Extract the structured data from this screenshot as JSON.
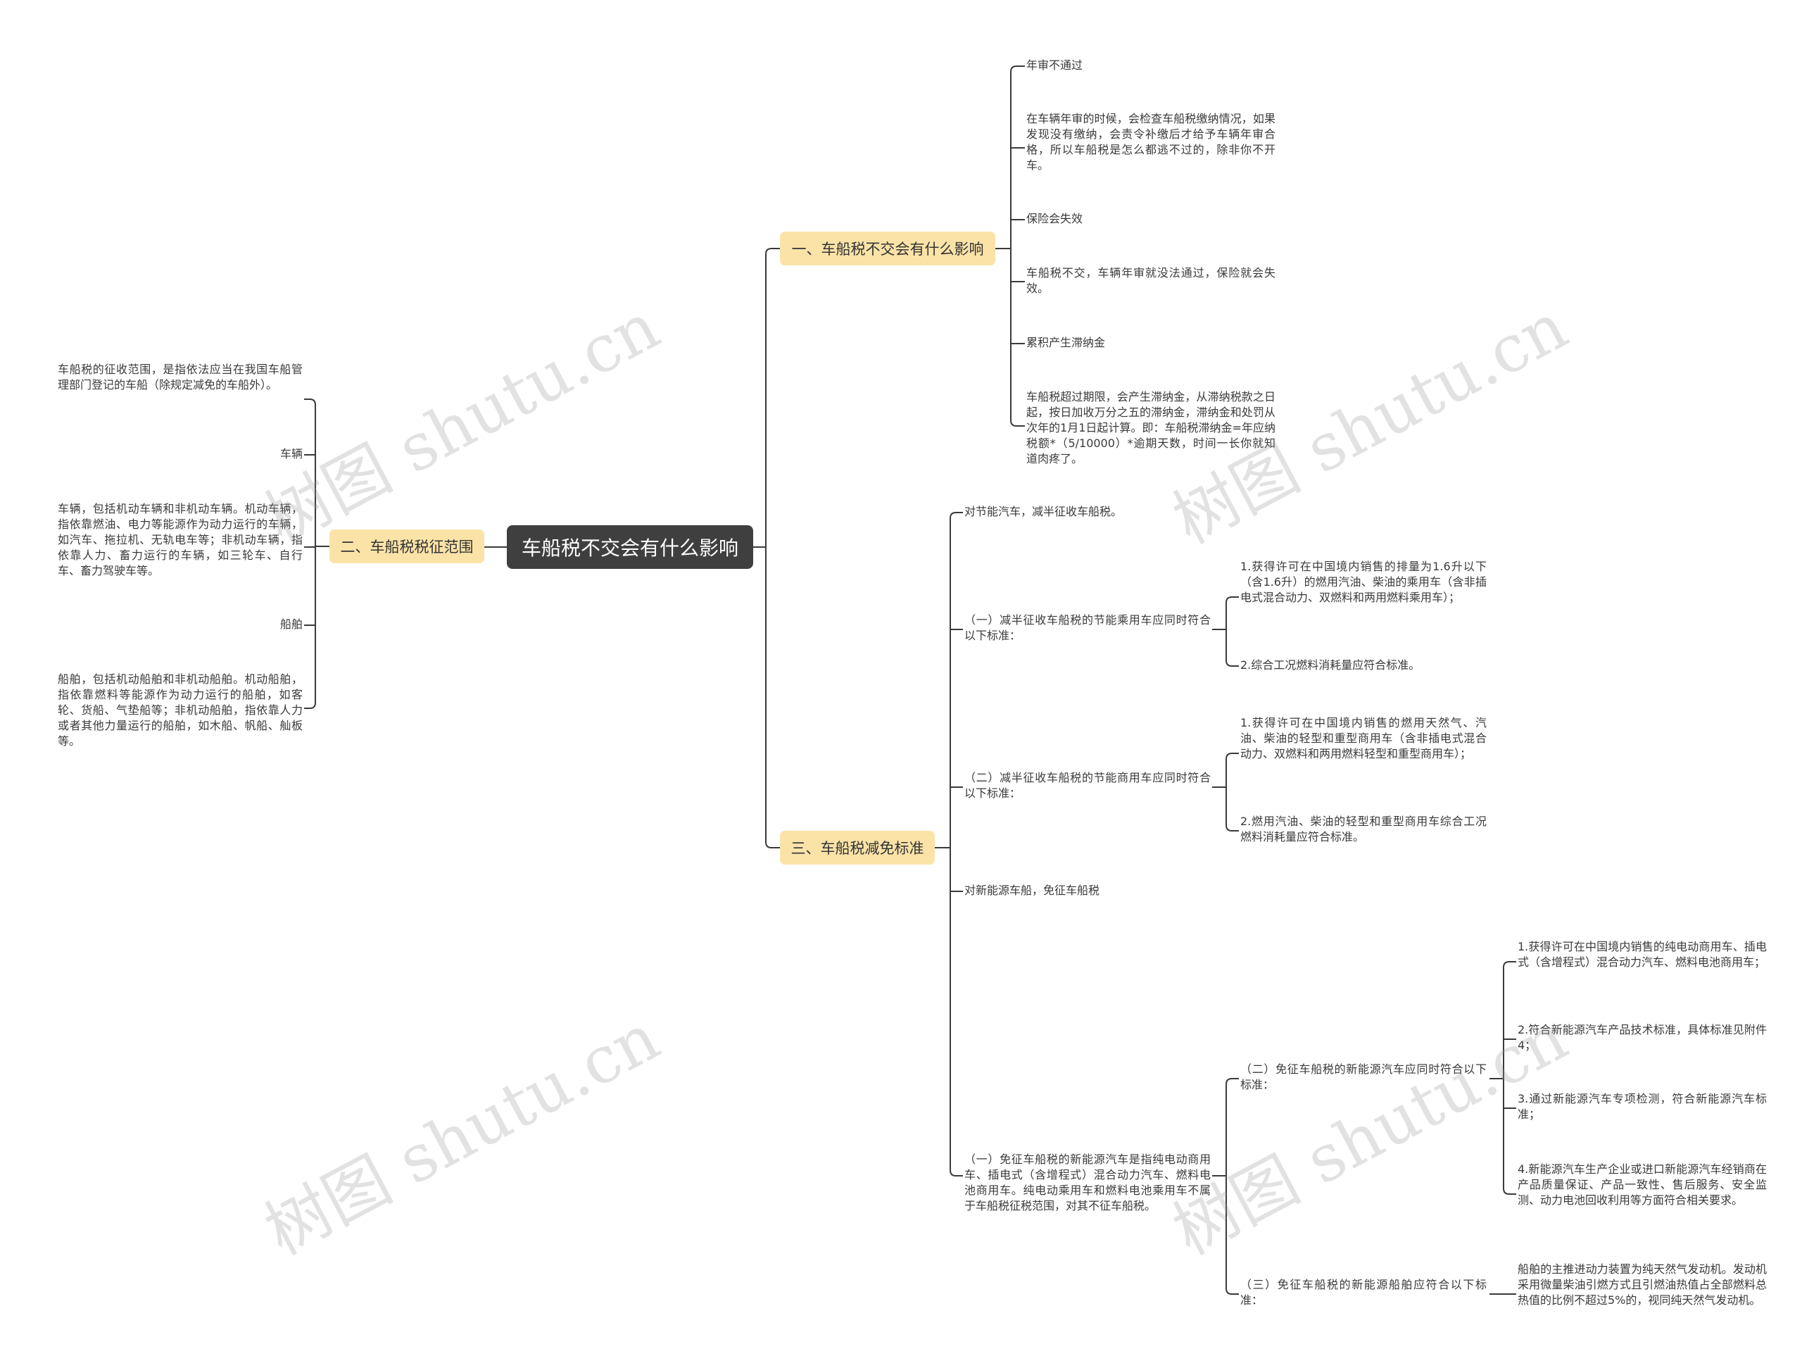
{
  "root": "车船税不交会有什么影响",
  "branch1": {
    "title": "一、车船税不交会有什么影响",
    "items": [
      "年审不通过",
      "在车辆年审的时候，会检查车船税缴纳情况，如果发现没有缴纳，会责令补缴后才给予车辆年审合格，所以车船税是怎么都逃不过的，除非你不开车。",
      "保险会失效",
      "车船税不交，车辆年审就没法通过，保险就会失效。",
      "累积产生滞纳金",
      "车船税超过期限，会产生滞纳金，从滞纳税款之日起，按日加收万分之五的滞纳金，滞纳金和处罚从次年的1月1日起计算。即：车船税滞纳金=年应纳税额*（5/10000）*逾期天数，时间一长你就知道肉疼了。"
    ]
  },
  "branch2": {
    "title": "二、车船税税征范围",
    "items": [
      "车船税的征收范围，是指依法应当在我国车船管理部门登记的车船（除规定减免的车船外）。",
      "车辆",
      "车辆，包括机动车辆和非机动车辆。机动车辆，指依靠燃油、电力等能源作为动力运行的车辆，如汽车、拖拉机、无轨电车等；非机动车辆，指依靠人力、畜力运行的车辆，如三轮车、自行车、畜力驾驶车等。",
      "船舶",
      "船舶，包括机动船舶和非机动船舶。机动船舶，指依靠燃料等能源作为动力运行的船舶，如客轮、货船、气垫船等；非机动船舶，指依靠人力或者其他力量运行的船舶，如木船、帆船、舢板等。"
    ]
  },
  "branch3": {
    "title": "三、车船税减免标准",
    "items": {
      "a": "对节能汽车，减半征收车船税。",
      "b": "（一）减半征收车船税的节能乘用车应同时符合以下标准：",
      "b1": "1.获得许可在中国境内销售的排量为1.6升以下（含1.6升）的燃用汽油、柴油的乘用车（含非插电式混合动力、双燃料和两用燃料乘用车）；",
      "b2": "2.综合工况燃料消耗量应符合标准。",
      "c": "（二）减半征收车船税的节能商用车应同时符合以下标准：",
      "c1": "1.获得许可在中国境内销售的燃用天然气、汽油、柴油的轻型和重型商用车（含非插电式混合动力、双燃料和两用燃料轻型和重型商用车）；",
      "c2": "2.燃用汽油、柴油的轻型和重型商用车综合工况燃料消耗量应符合标准。",
      "d": "对新能源车船，免征车船税",
      "e": "（一）免征车船税的新能源汽车是指纯电动商用车、插电式（含增程式）混合动力汽车、燃料电池商用车。纯电动乘用车和燃料电池乘用车不属于车船税征税范围，对其不征车船税。",
      "f": "（二）免征车船税的新能源汽车应同时符合以下标准：",
      "f1": "1.获得许可在中国境内销售的纯电动商用车、插电式（含增程式）混合动力汽车、燃料电池商用车；",
      "f2": "2.符合新能源汽车产品技术标准，具体标准见附件4；",
      "f3": "3.通过新能源汽车专项检测，符合新能源汽车标准；",
      "f4": "4.新能源汽车生产企业或进口新能源汽车经销商在产品质量保证、产品一致性、售后服务、安全监测、动力电池回收利用等方面符合相关要求。",
      "g": "（三）免征车船税的新能源船舶应符合以下标准：",
      "g1": "船舶的主推进动力装置为纯天然气发动机。发动机采用微量柴油引燃方式且引燃油热值占全部燃料总热值的比例不超过5%的，视同纯天然气发动机。"
    }
  },
  "watermark": "树图 shutu.cn",
  "colors": {
    "line": "#3a3a3a",
    "root_bg": "#3f3f3f",
    "branch_bg": "#fbe3a8",
    "watermark": "#969696"
  }
}
